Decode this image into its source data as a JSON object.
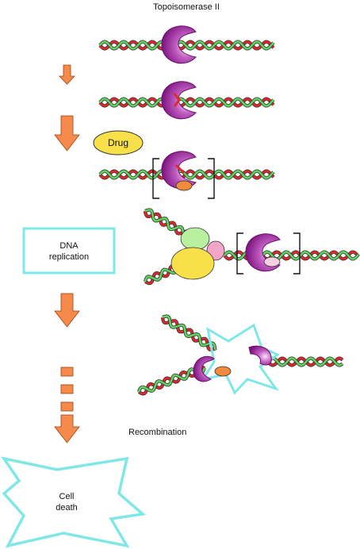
{
  "title": "Topoisomerase II",
  "drug_label": "Drug",
  "dna_replication_label": [
    "DNA",
    "replication"
  ],
  "recombination_label": "Recombination",
  "cell_death_label": [
    "Cell",
    "death"
  ],
  "colors": {
    "strand_red": "#e3262a",
    "strand_green": "#5fd45f",
    "enzyme_purple": "#8e1e8e",
    "enzyme_light": "#f3d6f3",
    "arrow_orange": "#f58a4b",
    "drug_yellow": "#f7e04a",
    "box_cyan": "#7fe8e6",
    "drug_dot_orange": "#f28a3c",
    "protein_green": "#b9f0a0",
    "protein_pink": "#f4a6c8",
    "protein_yellow": "#f7e04a",
    "protein_pale_pink": "#f7cfe0"
  },
  "icons": [
    "topoisomerase-enzyme-icon",
    "dna-helix-icon",
    "down-arrow-icon",
    "bracket-icon",
    "burst-icon"
  ]
}
